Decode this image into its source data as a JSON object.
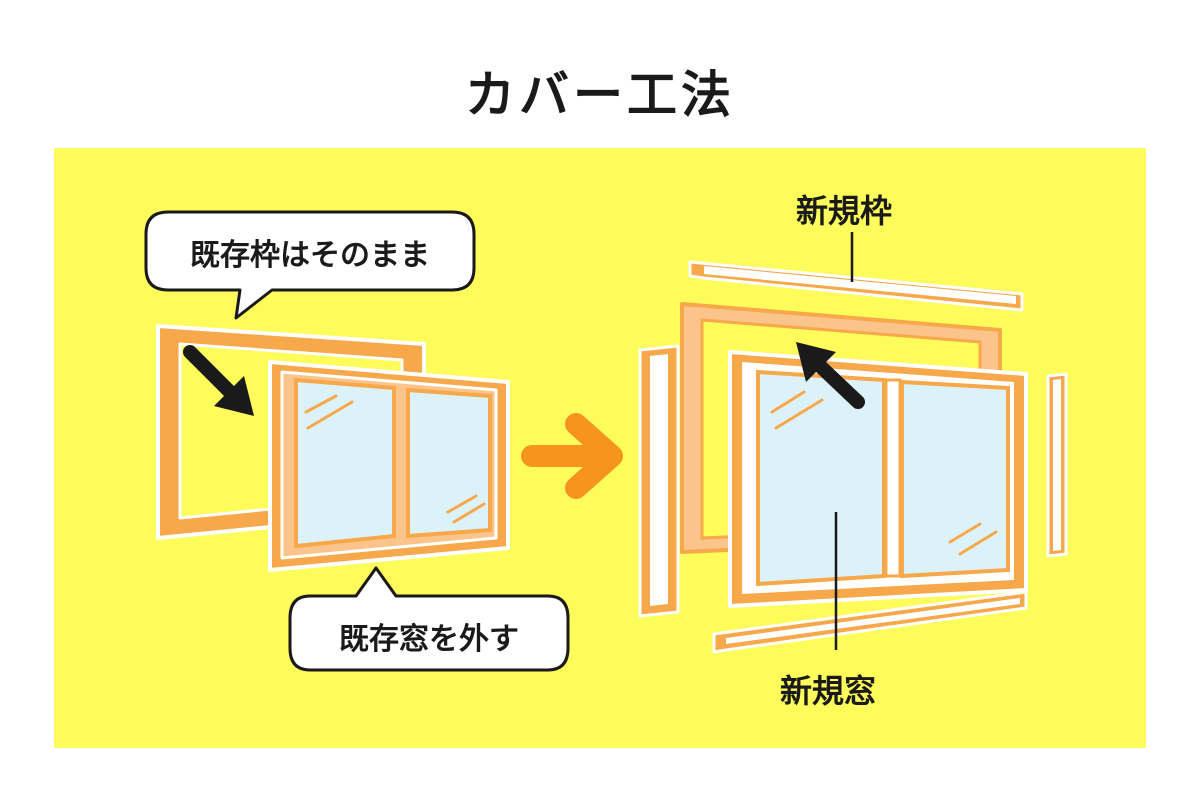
{
  "title": "カバー工法",
  "left": {
    "bubble_top": "既存枠はそのまま",
    "bubble_bottom": "既存窓を外す"
  },
  "right": {
    "label_frame": "新規枠",
    "label_window": "新規窓"
  },
  "colors": {
    "background": "#ffffff",
    "panel": "#fdfc5a",
    "frame_orange": "#f7a84a",
    "frame_light": "#fbc48a",
    "glass": "#dcf2fa",
    "arrow": "#f7941d",
    "ink": "#1a1a1a"
  }
}
